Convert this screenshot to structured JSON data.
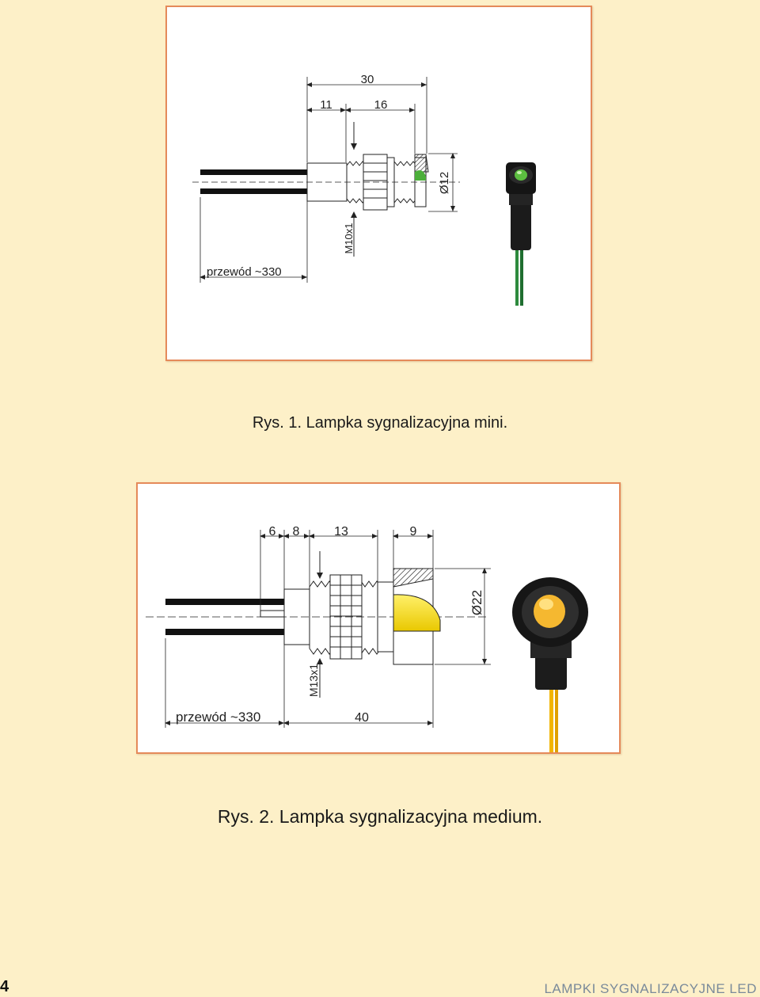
{
  "figure1": {
    "caption": "Rys. 1. Lampka sygnalizacyjna mini.",
    "dimensions": {
      "total_length": "30",
      "body_length": "11",
      "thread_length": "16",
      "diameter": "Ø12",
      "thread": "M10x1",
      "wire": "przewód ~330"
    },
    "led_color": "#4caf3a",
    "wire_color": "#2e8b3e"
  },
  "figure2": {
    "caption": "Rys. 2. Lampka sygnalizacyjna medium.",
    "dimensions": {
      "d1": "6",
      "d2": "8",
      "d3": "13",
      "d4": "9",
      "diameter": "Ø22",
      "thread": "M13x1",
      "wire": "przewód ~330",
      "total_length": "40"
    },
    "led_color": "#f5d832",
    "wire_color": "#f0b400"
  },
  "footer": {
    "page_number": "4",
    "title": "LAMPKI SYGNALIZACYJNE LED"
  }
}
